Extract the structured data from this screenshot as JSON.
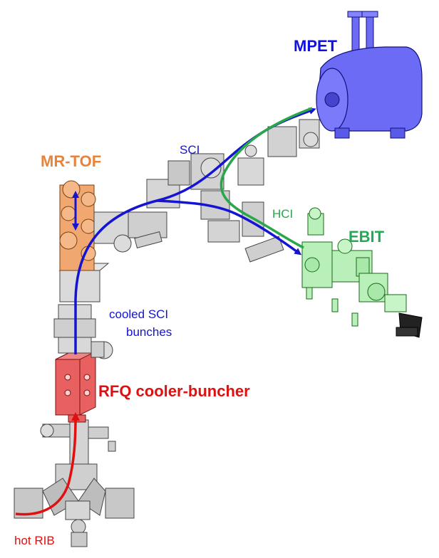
{
  "labels": {
    "mpet": "MPET",
    "mr_tof": "MR-TOF",
    "ebit": "EBIT",
    "rfq": "RFQ cooler-buncher",
    "sci": "SCI",
    "hci": "HCI",
    "cooled_line1": "cooled SCI",
    "cooled_line2": "bunches",
    "hot_rib": "hot RIB"
  },
  "colors": {
    "mpet": "#1010e0",
    "mr_tof": "#e8843a",
    "ebit": "#22aa55",
    "rfq": "#dd1111",
    "beam_blue": "#1414d2",
    "beam_green": "#2aa64a",
    "beam_red": "#e01010",
    "hardware_gray": "#c9c9c9",
    "mpet_body": "#6b6bf5",
    "ebit_body": "#b9f0b9",
    "rfq_body": "#e86060",
    "mrtof_body": "#f0a870"
  }
}
